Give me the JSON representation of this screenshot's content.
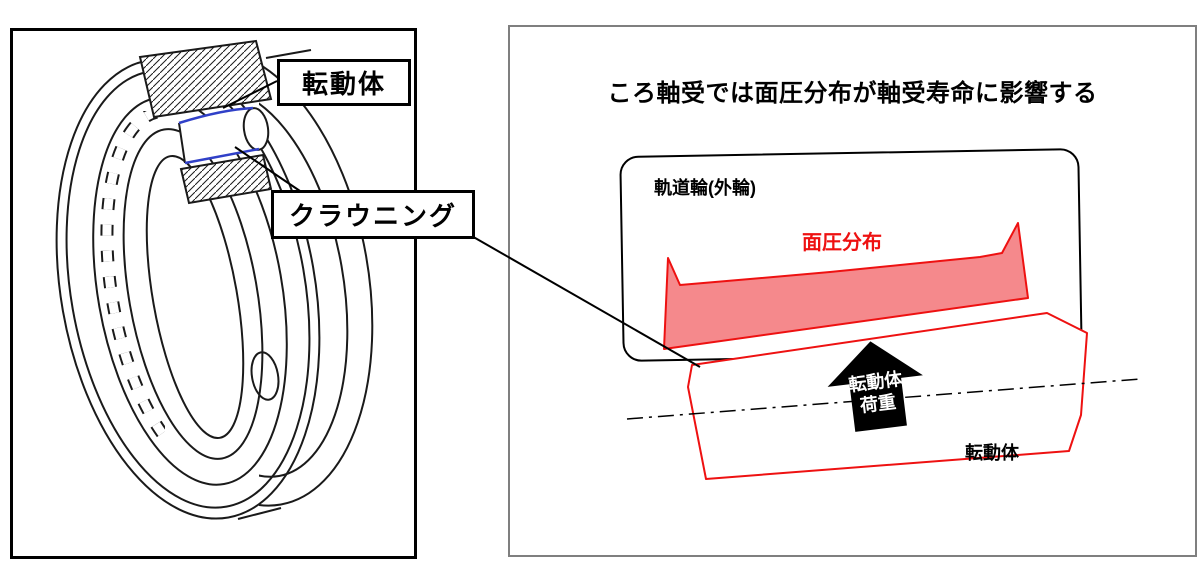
{
  "left_panel": {
    "callouts": {
      "rolling_element": "転動体",
      "crowning": "クラウニング"
    }
  },
  "right_panel": {
    "title": "ころ軸受では面圧分布が軸受寿命に影響する",
    "labels": {
      "outer_ring": "軌道輪(外輪)",
      "pressure": "面圧分布",
      "load_line1": "転動体",
      "load_line2": "荷重",
      "roller": "転動体"
    },
    "colors": {
      "red": "#ee1111",
      "pressure_fill": "#f5898c",
      "crowning_blue": "#3040c8",
      "panel_border": "#7f7f7f"
    }
  }
}
